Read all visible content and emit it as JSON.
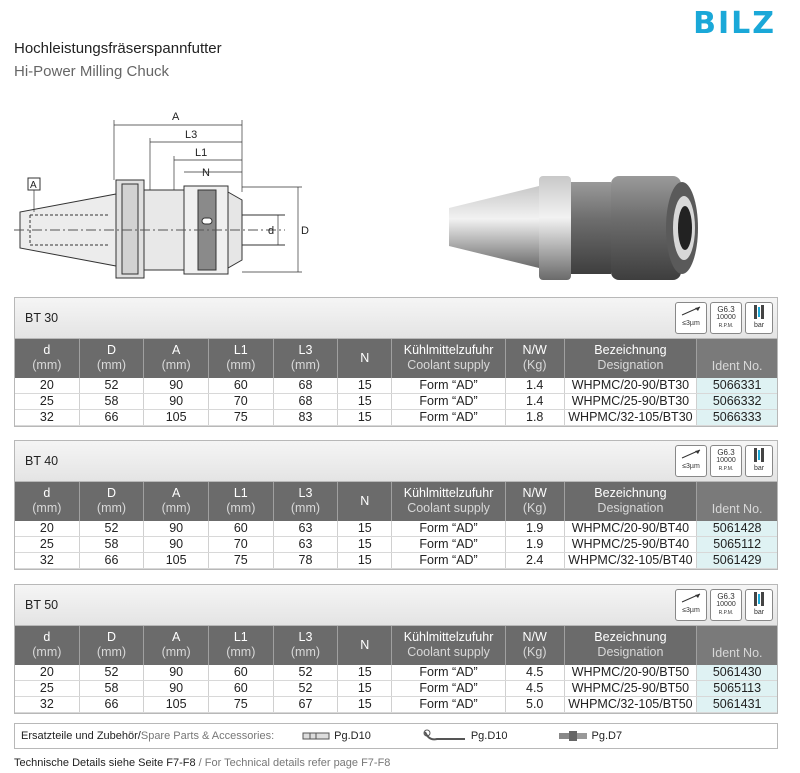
{
  "brand": {
    "logo": "BILZ",
    "color": "#1aa8d8"
  },
  "title": {
    "de": "Hochleistungsfräserspannfutter",
    "en": "Hi-Power Milling Chuck"
  },
  "drawing": {
    "dim_labels": {
      "A": "A",
      "L3": "L3",
      "L1": "L1",
      "N": "N",
      "d": "d",
      "D": "D",
      "ref": "A"
    }
  },
  "symbols": {
    "runout": "≤3µm",
    "balance_grade": "G6.3",
    "balance_rpm": "10000",
    "balance_unit": "R.P.M.",
    "pressure": "bar"
  },
  "columns": [
    {
      "top": "d",
      "sub": "(mm)"
    },
    {
      "top": "D",
      "sub": "(mm)"
    },
    {
      "top": "A",
      "sub": "(mm)"
    },
    {
      "top": "L1",
      "sub": "(mm)"
    },
    {
      "top": "L3",
      "sub": "(mm)"
    },
    {
      "top": "N",
      "sub": ""
    },
    {
      "top": "Kühlmittelzufuhr",
      "sub": "Coolant supply"
    },
    {
      "top": "N/W",
      "sub": "(Kg)"
    },
    {
      "top": "Bezeichnung",
      "sub": "Designation"
    },
    {
      "top": "",
      "sub": "Ident No."
    }
  ],
  "sections": [
    {
      "title": "BT 30",
      "rows": [
        [
          "20",
          "52",
          "90",
          "60",
          "68",
          "15",
          "Form “AD”",
          "1.4",
          "WHPMC/20-90/BT30",
          "5066331"
        ],
        [
          "25",
          "58",
          "90",
          "70",
          "68",
          "15",
          "Form “AD”",
          "1.4",
          "WHPMC/25-90/BT30",
          "5066332"
        ],
        [
          "32",
          "66",
          "105",
          "75",
          "83",
          "15",
          "Form “AD”",
          "1.8",
          "WHPMC/32-105/BT30",
          "5066333"
        ]
      ]
    },
    {
      "title": "BT 40",
      "rows": [
        [
          "20",
          "52",
          "90",
          "60",
          "63",
          "15",
          "Form “AD”",
          "1.9",
          "WHPMC/20-90/BT40",
          "5061428"
        ],
        [
          "25",
          "58",
          "90",
          "70",
          "63",
          "15",
          "Form “AD”",
          "1.9",
          "WHPMC/25-90/BT40",
          "5065112"
        ],
        [
          "32",
          "66",
          "105",
          "75",
          "78",
          "15",
          "Form “AD”",
          "2.4",
          "WHPMC/32-105/BT40",
          "5061429"
        ]
      ]
    },
    {
      "title": "BT 50",
      "rows": [
        [
          "20",
          "52",
          "90",
          "60",
          "52",
          "15",
          "Form “AD”",
          "4.5",
          "WHPMC/20-90/BT50",
          "5061430"
        ],
        [
          "25",
          "58",
          "90",
          "60",
          "52",
          "15",
          "Form “AD”",
          "4.5",
          "WHPMC/25-90/BT50",
          "5065113"
        ],
        [
          "32",
          "66",
          "105",
          "75",
          "67",
          "15",
          "Form “AD”",
          "5.0",
          "WHPMC/32-105/BT50",
          "5061431"
        ]
      ]
    }
  ],
  "accessories": {
    "label_de": "Ersatzteile und Zubehör",
    "sep": " / ",
    "label_en": "Spare Parts & Accessories:",
    "items": [
      {
        "icon": "collet-icon",
        "ref": "Pg.D10"
      },
      {
        "icon": "wrench-icon",
        "ref": "Pg.D10"
      },
      {
        "icon": "pull-stud-icon",
        "ref": "Pg.D7"
      }
    ]
  },
  "footer": {
    "de": "Technische Details siehe Seite F7-F8",
    "sep": " / ",
    "en": "For Technical details refer page F7-F8"
  }
}
